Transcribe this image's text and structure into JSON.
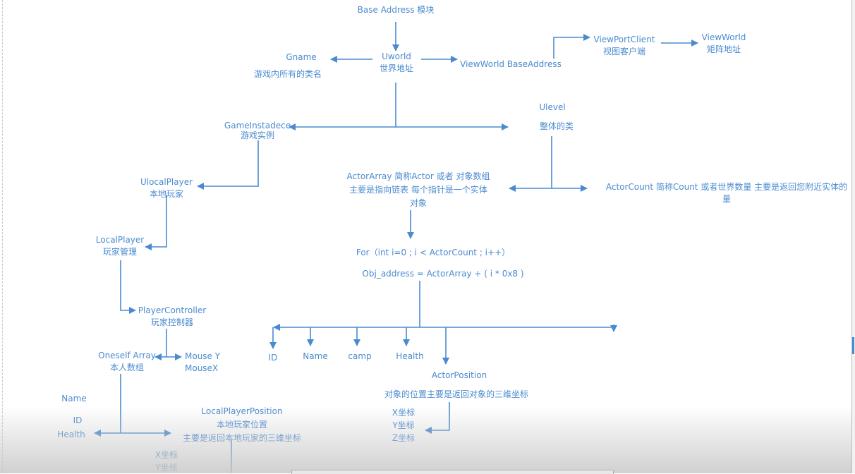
{
  "colors": {
    "line": "#4a8bd0",
    "text": "#4a8bd0"
  },
  "nodes": {
    "base_address": "Base Address 模块",
    "uworld": [
      "Uworld",
      "世界地址"
    ],
    "gname": [
      "Gname",
      "游戏内所有的类名"
    ],
    "viewworld_base": "ViewWorld BaseAddress",
    "viewport_client": [
      "ViewPortClient",
      "视图客户端"
    ],
    "viewworld_matrix": [
      "ViewWorld",
      "矩阵地址"
    ],
    "game_instance": [
      "GameInstadece",
      "游戏实例"
    ],
    "ulevel": [
      "Ulevel",
      "整体的类"
    ],
    "ulocal_player": [
      "UlocalPlayer",
      "本地玩家"
    ],
    "actor_array": [
      "ActorArray 简称Actor 或者 对象数组",
      "主要是指向链表 每个指针是一个实体",
      "对象"
    ],
    "actor_count": [
      "ActorCount 简称Count 或者世界数量 主要是返回您附近实体的",
      "量"
    ],
    "local_player": [
      "LocalPlayer",
      "玩家管理"
    ],
    "for_loop": "For（int i=0 ; i < ActorCount ; i++）",
    "obj_address": "Obj_address = ActorArray + ( i * 0x8 )",
    "player_controller": [
      "PlayerController",
      "玩家控制器"
    ],
    "oneself_array": [
      "Oneself Array",
      "本人数组"
    ],
    "mouse": [
      "Mouse Y",
      "MouseX"
    ],
    "obj_fields": [
      "ID",
      "Name",
      "camp",
      "Health"
    ],
    "actor_position": [
      "ActorPosition",
      "对象的位置主要是返回对象的三维坐标"
    ],
    "actor_coords": [
      "X坐标",
      "Y坐标",
      "Z坐标"
    ],
    "self_fields": [
      "Name",
      "ID",
      "Health"
    ],
    "local_player_position": [
      "LocalPlayerPosition",
      "本地玩家位置",
      "主要是返回本地玩家的三维坐标"
    ],
    "local_coords": [
      "X坐标",
      "Y坐标"
    ]
  }
}
